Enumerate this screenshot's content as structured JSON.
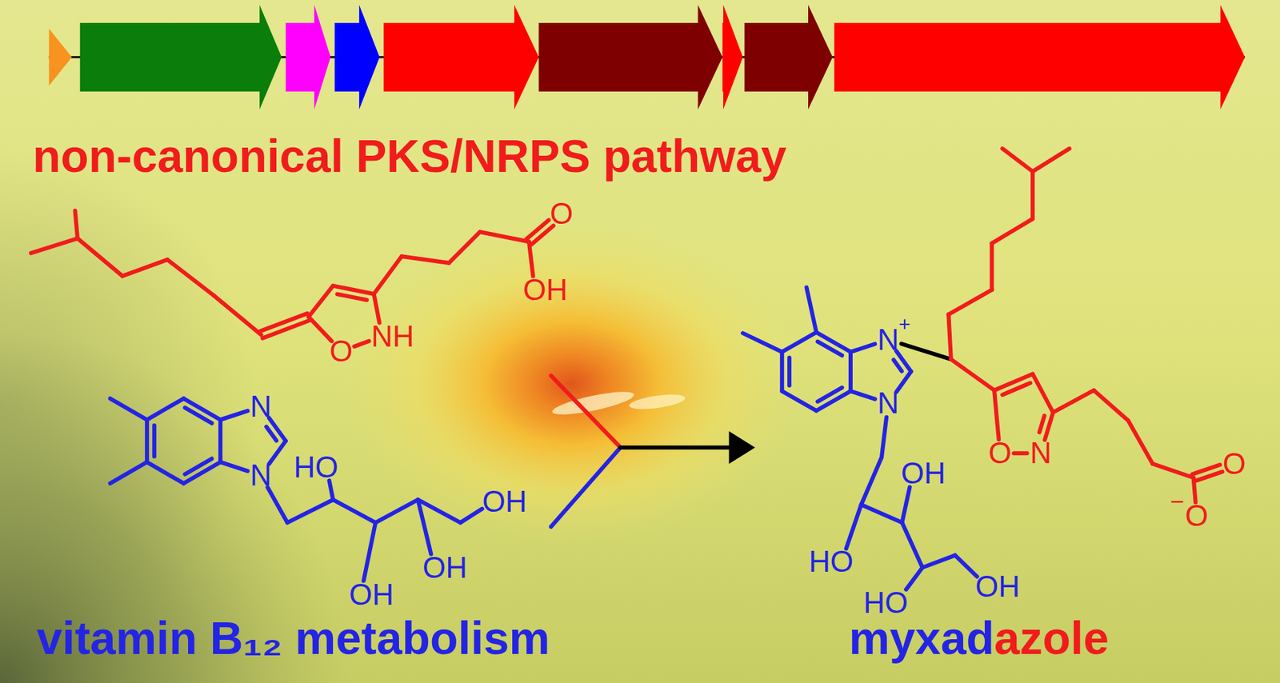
{
  "diagram": {
    "labels": [
      "non-canonical PKS/NRPS pathway",
      "O",
      "OH",
      "O",
      "NH",
      "N",
      "N",
      "HO",
      "OH",
      "OH",
      "OH",
      "vitamin B₁₂ metabolism",
      "+",
      "N",
      "N",
      "OH",
      "O",
      "N",
      "O",
      "−",
      "O",
      "HO",
      "HO",
      "OH",
      "myxad",
      "azole"
    ]
  }
}
